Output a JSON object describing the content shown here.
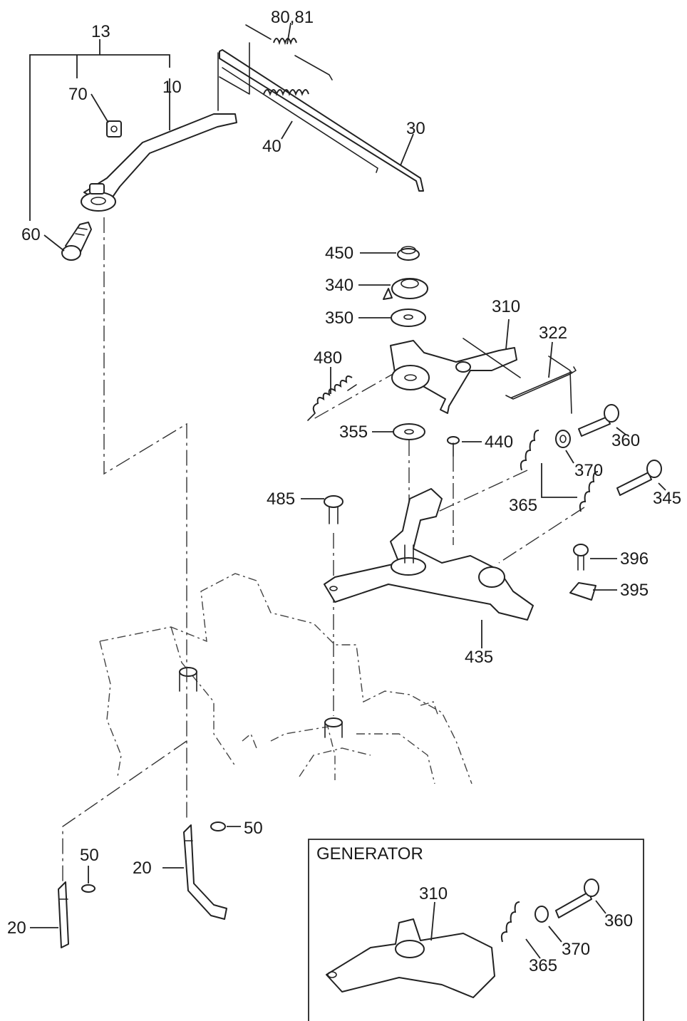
{
  "inset": {
    "title": "GENERATOR"
  },
  "labels": {
    "l13": "13",
    "l70": "70",
    "l10": "10",
    "l60": "60",
    "l8081": "80,81",
    "l40": "40",
    "l30": "30",
    "l450": "450",
    "l340": "340",
    "l350": "350",
    "l310": "310",
    "l322": "322",
    "l480": "480",
    "l355": "355",
    "l440": "440",
    "l360": "360",
    "l370": "370",
    "l365": "365",
    "l345": "345",
    "l485": "485",
    "l396": "396",
    "l395": "395",
    "l435": "435",
    "l50a": "50",
    "l20a": "20",
    "l50b": "50",
    "l20b": "20",
    "g310": "310",
    "g360": "360",
    "g370": "370",
    "g365": "365"
  },
  "colors": {
    "line": "#222222",
    "background": "#ffffff"
  }
}
